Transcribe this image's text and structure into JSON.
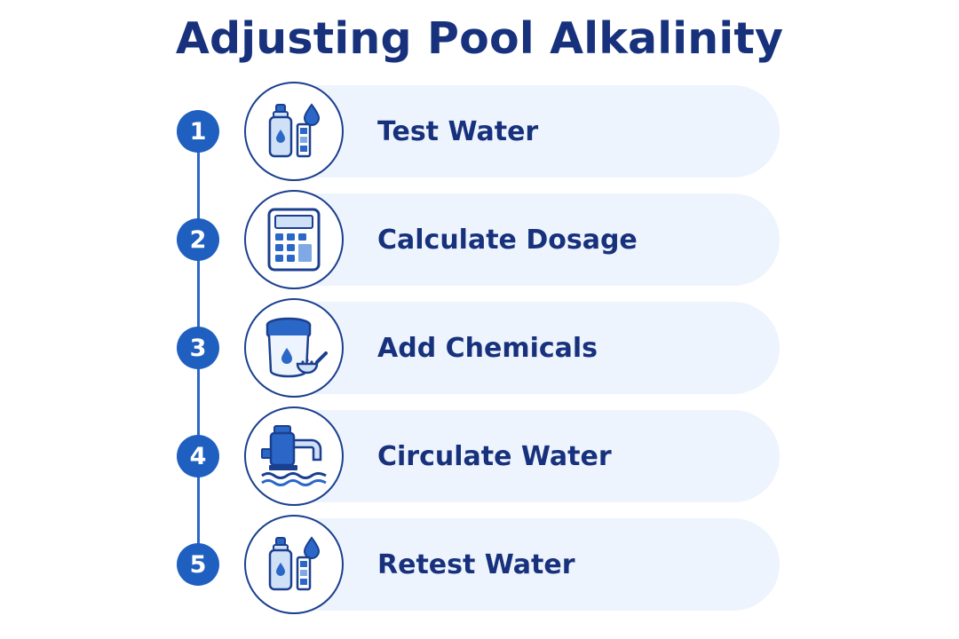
{
  "title": "Adjusting Pool Alkalinity",
  "steps": [
    {
      "number": "1",
      "label": "Test Water",
      "icon": "test-kit-icon"
    },
    {
      "number": "2",
      "label": "Calculate Dosage",
      "icon": "calculator-icon"
    },
    {
      "number": "3",
      "label": "Add Chemicals",
      "icon": "chemical-bucket-icon"
    },
    {
      "number": "4",
      "label": "Circulate Water",
      "icon": "pump-icon"
    },
    {
      "number": "5",
      "label": "Retest Water",
      "icon": "test-kit-icon"
    }
  ],
  "colors": {
    "title": "#17317d",
    "accent": "#1f5fc0",
    "pill": "#eef4fd",
    "outline": "#1b3f8f"
  }
}
